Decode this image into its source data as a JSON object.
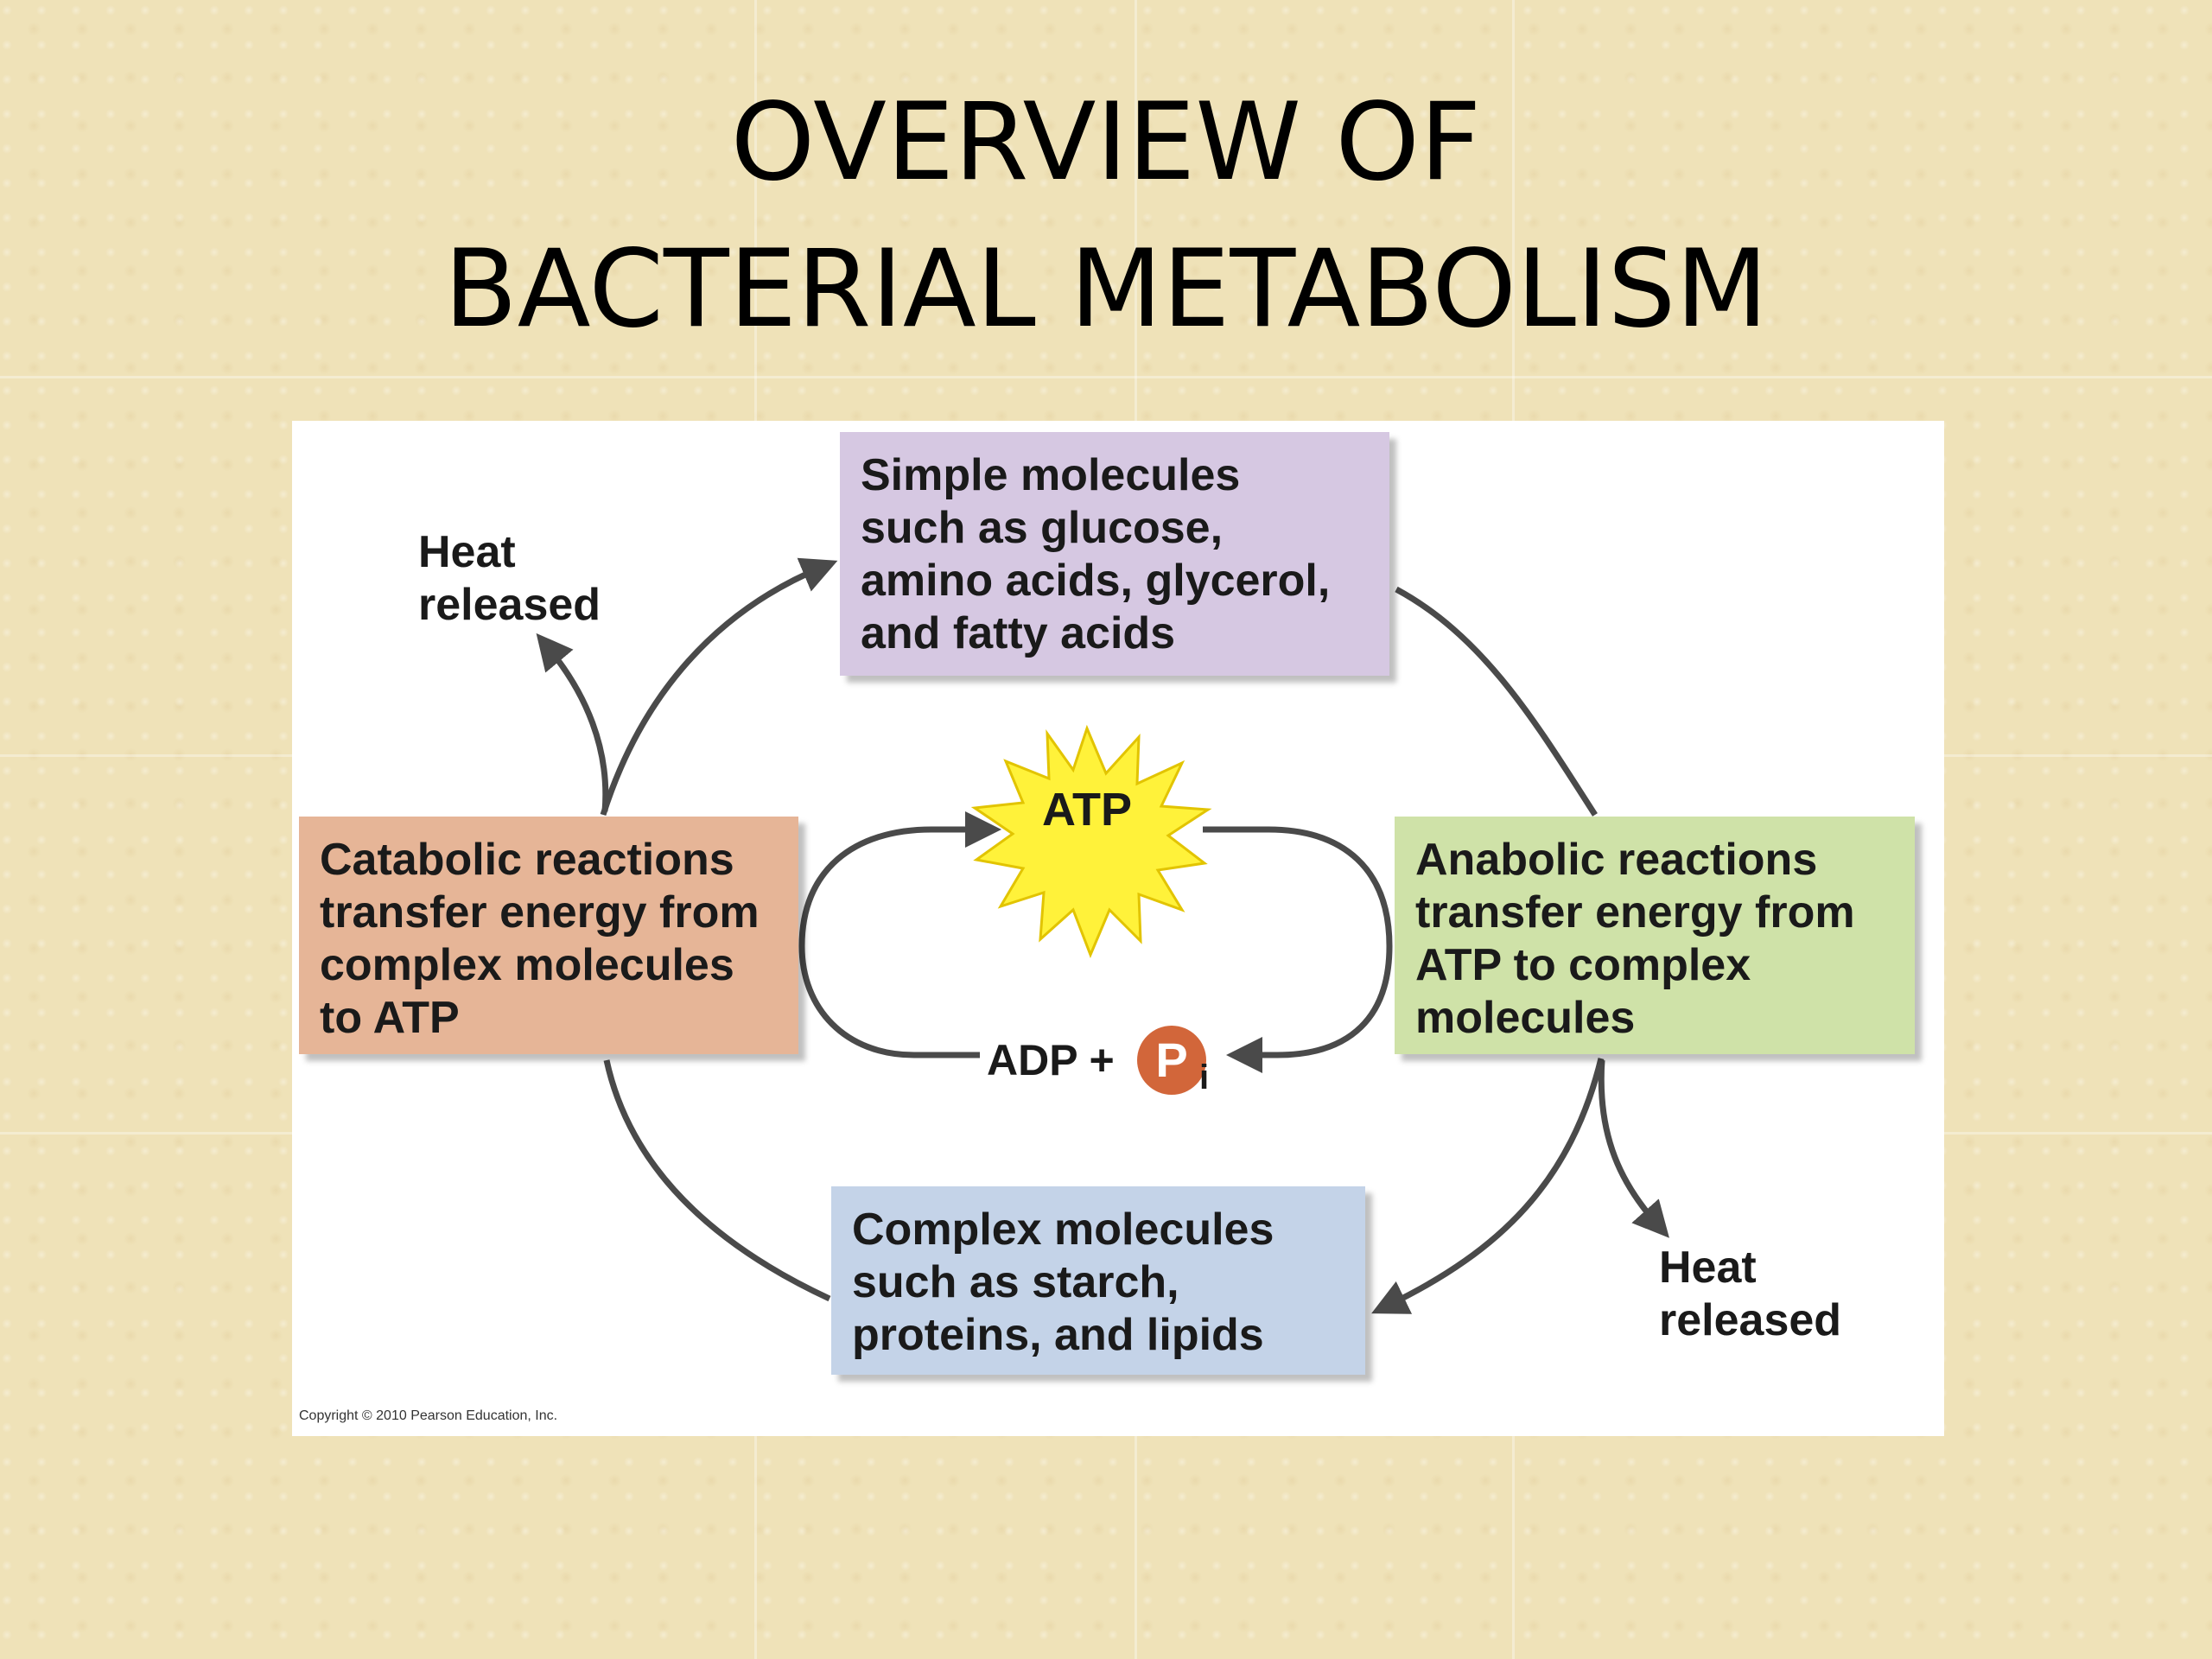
{
  "slide": {
    "title_lines": [
      "OVERVIEW OF",
      "BACTERIAL METABOLISM"
    ]
  },
  "diagram": {
    "simple_molecules": [
      "Simple molecules",
      "such as glucose,",
      "amino acids, glycerol,",
      "and fatty acids"
    ],
    "catabolic": [
      "Catabolic reactions",
      "transfer energy from",
      "complex molecules",
      "to ATP"
    ],
    "anabolic": [
      "Anabolic reactions",
      "transfer energy from",
      "ATP to complex",
      "molecules"
    ],
    "complex_molecules": [
      "Complex molecules",
      "such as starch,",
      "proteins, and lipids"
    ],
    "heat_left": [
      "Heat",
      "released"
    ],
    "heat_right": [
      "Heat",
      "released"
    ],
    "atp": "ATP",
    "adp": "ADP +",
    "phosphate": "P",
    "phosphate_sub": "i",
    "copyright": "Copyright © 2010 Pearson Education, Inc."
  },
  "colors": {
    "background": "#f7ebc6",
    "simple_box": "#d6c8e2",
    "catabolic_box": "#e6b597",
    "anabolic_box": "#cfe2a8",
    "complex_box": "#c4d3e8",
    "atp_burst": "#fff23a",
    "phosphate": "#d2663a",
    "arrow": "#4a4a4a"
  }
}
